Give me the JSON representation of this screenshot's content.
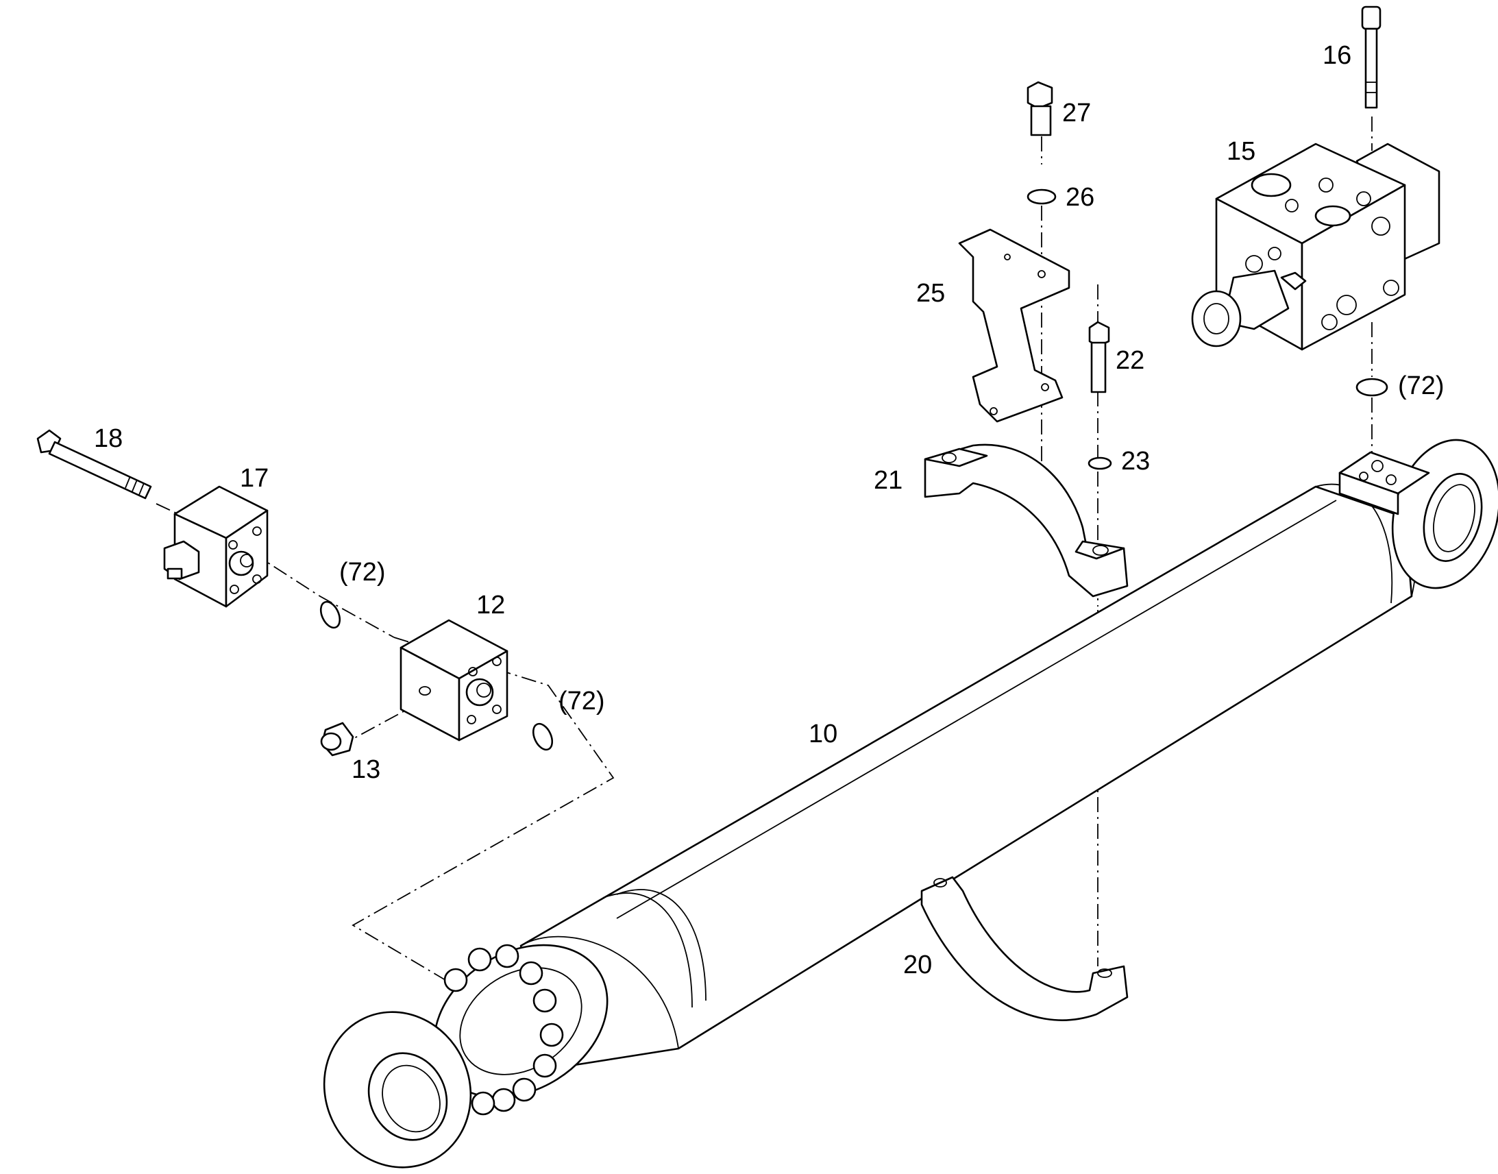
{
  "colors": {
    "line": "#000000",
    "background": "#ffffff"
  },
  "callouts": {
    "c10": "10",
    "c12": "12",
    "c13": "13",
    "c15": "15",
    "c16": "16",
    "c17": "17",
    "c18": "18",
    "c20": "20",
    "c21": "21",
    "c22": "22",
    "c23": "23",
    "c25": "25",
    "c26": "26",
    "c27": "27",
    "c72a": "(72)",
    "c72b": "(72)",
    "c72c": "(72)"
  }
}
